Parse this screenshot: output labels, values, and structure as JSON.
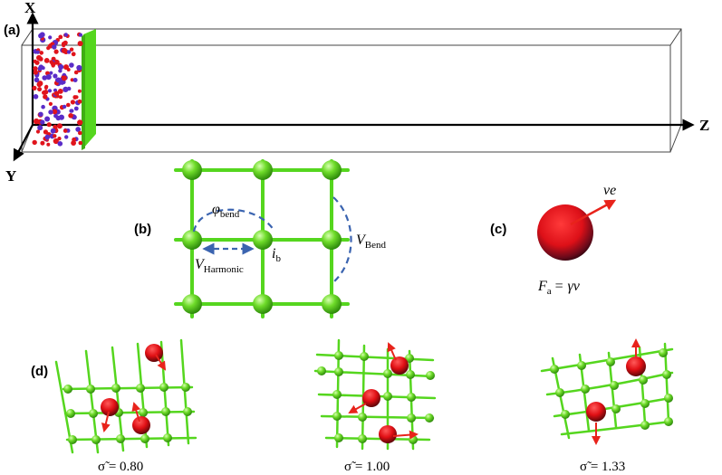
{
  "panels": {
    "a": {
      "label": "(a)",
      "axes": {
        "x": "X",
        "y": "Y",
        "z": "Z"
      }
    },
    "b": {
      "label": "(b)",
      "phi_bend": {
        "sym": "φ",
        "sub": "bend"
      },
      "v_bend": {
        "sym": "V",
        "sub": "Bend"
      },
      "v_harmonic": {
        "sym": "V",
        "sub": "Harmonic"
      },
      "i_b": {
        "sym": "i",
        "sub": "b"
      }
    },
    "c": {
      "label": "(c)",
      "velocity": "ve",
      "force": "F_a = γv",
      "force_lhs": {
        "sym": "F",
        "sub": "a"
      },
      "force_rhs": "= γv"
    },
    "d": {
      "label": "(d)",
      "captions": [
        "σ̃ = 0.80",
        "σ̃ = 1.00",
        "σ̃ = 1.33"
      ]
    }
  },
  "colors": {
    "membrane": "#55d61e",
    "particle_active": "#e0141c",
    "particle_passive": "#5a2cc8",
    "arrow": "#e8231b",
    "dashed": "#3b64b0"
  }
}
